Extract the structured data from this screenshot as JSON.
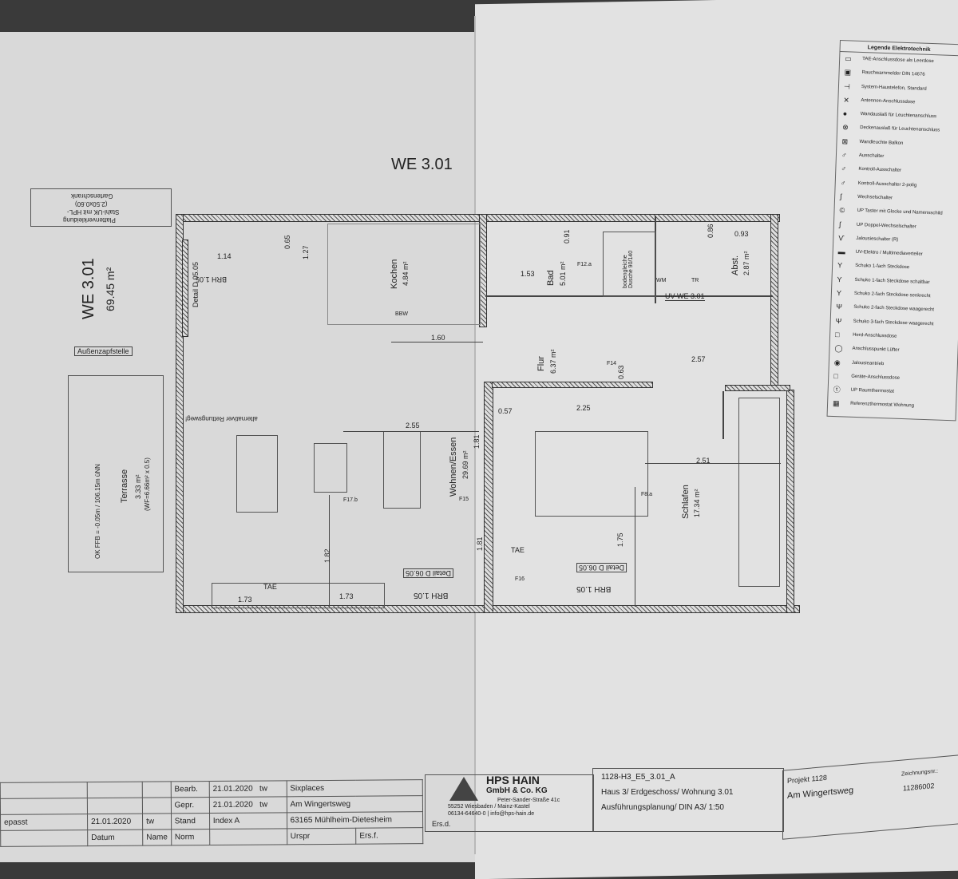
{
  "plan": {
    "title": "WE 3.01",
    "unit_label": "WE 3.01",
    "unit_area": "69.45 m²",
    "garden": [
      "Gartenschrank",
      "(2.50x0.60)",
      "Stahl-UK mit HPL-",
      "Plattenverkleidung"
    ],
    "outdoor_tap": "Außenzapfstelle",
    "terrace": {
      "name": "Terrasse",
      "area": "3.33 m²",
      "note": "(WF=6.66m² x 0.5)",
      "level": "OK FFB = -0.05m / 106.15m üNN"
    },
    "rooms": [
      {
        "name": "Kochen",
        "area": "4.84 m²"
      },
      {
        "name": "Bad",
        "area": "5.01 m²"
      },
      {
        "name": "Flur",
        "area": "6.37 m²"
      },
      {
        "name": "Abst.",
        "area": "2.87 m²"
      },
      {
        "name": "Wohnen/Essen",
        "area": "29.69 m²"
      },
      {
        "name": "Schlafen",
        "area": "17.34 m²"
      }
    ],
    "dimensions": [
      "1.14",
      "0.65",
      "1.27",
      "1.60",
      "1.53",
      "0.91",
      "0.86",
      "0.93",
      "2.55",
      "1.81",
      "1.82",
      "1.81",
      "1.73",
      "1.73",
      "0.57",
      "2.25",
      "2.51",
      "1.75",
      "0.63",
      "2.57"
    ],
    "labels": {
      "brh_left": "BRH 1.05",
      "detail_left": "Detail D 05.05",
      "brh_bottom1": "BRH 1.05",
      "detail_bottom1": "Detail D 06.05",
      "brh_bottom2": "BRH 1.05",
      "detail_bottom2": "Detail D 06.05",
      "tae1": "TAE",
      "tae2": "TAE",
      "uv": "UV-WE 3.01",
      "shower": "bodengleiche Dusche 90/140",
      "rescue": "alternativer Rettungsweg!",
      "bbw": "BBW",
      "wm": "WM",
      "tr": "TR",
      "f15": "F15",
      "f16": "F16",
      "f17b": "F17.b",
      "f8a": "F8.a",
      "f12a": "F12.a",
      "f14": "F14"
    }
  },
  "legend": {
    "title": "Legende Elektrotechnik",
    "items": [
      {
        "icon": "▭",
        "label": "TAE-Anschlussdose als Leerdose"
      },
      {
        "icon": "▣",
        "label": "Rauchwarnmelder DIN 14676"
      },
      {
        "icon": "⊣",
        "label": "System-Haustelefon, Standard"
      },
      {
        "icon": "✕",
        "label": "Antennen-Anschlussdose"
      },
      {
        "icon": "●",
        "label": "Wandauslaß für Leuchtenanschluss"
      },
      {
        "icon": "⊗",
        "label": "Deckenauslaß für Leuchtenanschluss"
      },
      {
        "icon": "⊠",
        "label": "Wandleuchte Balkon"
      },
      {
        "icon": "♂",
        "label": "Ausschalter"
      },
      {
        "icon": "♂",
        "label": "Kontroll-Ausschalter"
      },
      {
        "icon": "♂",
        "label": "Kontroll-Ausschalter 2-polig"
      },
      {
        "icon": "∫",
        "label": "Wechselschalter"
      },
      {
        "icon": "©",
        "label": "UP Taster mit Glocke und Namensschild"
      },
      {
        "icon": "∫",
        "label": "UP Doppel-Wechselschalter"
      },
      {
        "icon": "Ѵ",
        "label": "Jalousieschalter (R)"
      },
      {
        "icon": "▬",
        "label": "UV-Elektro / Multimediaverteiler"
      },
      {
        "icon": "Y",
        "label": "Schuko 1-fach Steckdose"
      },
      {
        "icon": "Y",
        "label": "Schuko 1-fach Steckdose schaltbar"
      },
      {
        "icon": "Y",
        "label": "Schuko 2-fach Steckdose senkrecht"
      },
      {
        "icon": "Ψ",
        "label": "Schuko 2-fach Steckdose waagerecht"
      },
      {
        "icon": "Ψ",
        "label": "Schuko 3-fach Steckdose waagerecht"
      },
      {
        "icon": "□",
        "label": "Herd-Anschlussdose"
      },
      {
        "icon": "◯",
        "label": "Anschlusspunkt Lüfter"
      },
      {
        "icon": "◉",
        "label": "Jalousieantrieb"
      },
      {
        "icon": "□",
        "label": "Geräte-Anschlussdose"
      },
      {
        "icon": "ⓣ",
        "label": "UP Raumthermostat"
      },
      {
        "icon": "▦",
        "label": "Referenzthermostat Wohnung"
      }
    ]
  },
  "titleblock": {
    "rev_text": "epasst",
    "rev_date": "21.01.2020",
    "rev_name": "tw",
    "bearb": "Bearb.",
    "bearb_date": "21.01.2020",
    "bearb_name": "tw",
    "gepr": "Gepr.",
    "gepr_date": "21.01.2020",
    "gepr_name": "tw",
    "stand": "Stand",
    "stand_val": "Index A",
    "h_datum": "Datum",
    "h_name": "Name",
    "h_norm": "Norm",
    "client": "Sixplaces",
    "street": "Am Wingertsweg",
    "city": "63165 Mühlheim-Dietesheim",
    "urspr": "Urspr",
    "ersf": "Ers.f.",
    "ersd": "Ers.d.",
    "company": "HPS HAIN",
    "company2": "GmbH & Co. KG",
    "addr1": "Peter-Sander-Straße 41c",
    "addr2": "55252 Wiesbaden / Mainz-Kastel",
    "addr3": "06134-64640-0 | info@hps-hain.de",
    "logo": "HPS",
    "drawing_id": "1128-H3_E5_3.01_A",
    "drawing_desc": "Haus 3/ Erdgeschoss/ Wohnung 3.01",
    "drawing_phase": "Ausführungsplanung/ DIN A3/ 1:50",
    "projekt_label": "Projekt",
    "projekt": "1128",
    "projekt_name": "Am Wingertsweg",
    "zeichnung_label": "Zeichnungsnr.:",
    "zeichnung": "11286002"
  }
}
